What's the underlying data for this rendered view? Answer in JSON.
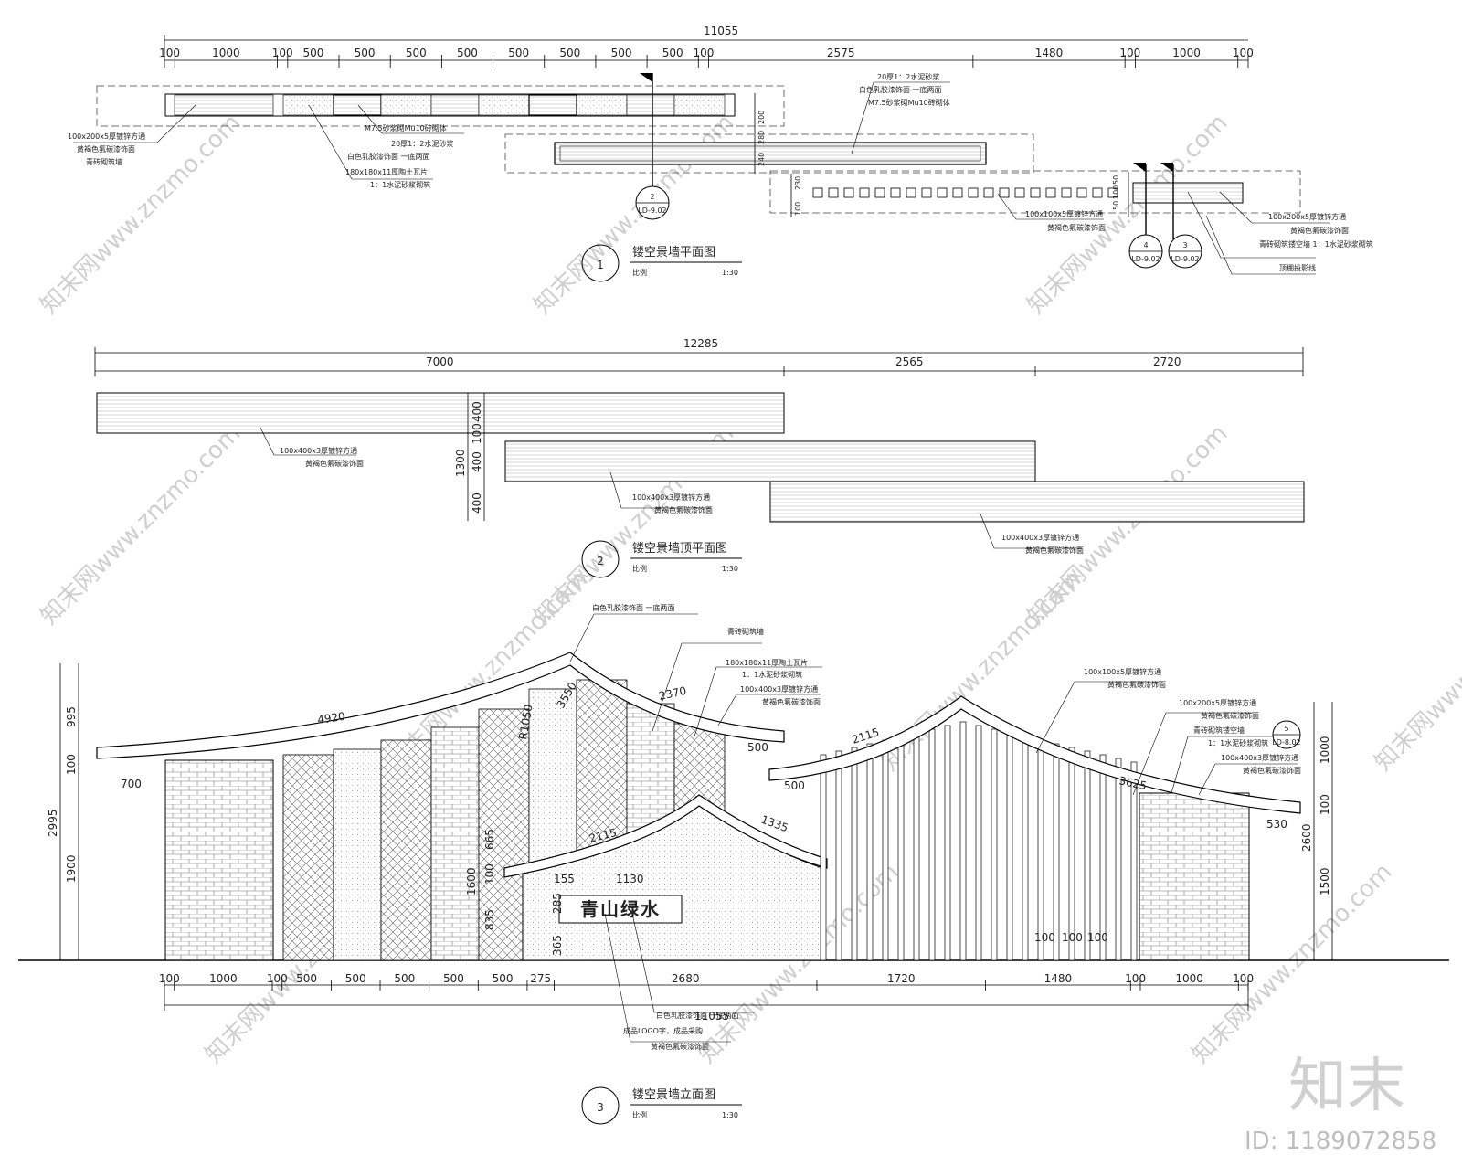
{
  "plan1": {
    "title": "镂空景墙平面图",
    "number": "1",
    "scale_label": "比例",
    "scale": "1:30",
    "overall_dim": "11055",
    "top_dims": [
      "100",
      "1000",
      "100",
      "500",
      "500",
      "500",
      "500",
      "500",
      "500",
      "500",
      "500",
      "100",
      "2575",
      "1480",
      "100",
      "1000",
      "100"
    ],
    "side_dims": [
      "200",
      "280",
      "240",
      "230",
      "100",
      "50",
      "100",
      "50"
    ],
    "notes": [
      "100x200x5厚镀锌方通",
      "黄褐色氟碳漆饰面",
      "青砖砌筑墙",
      "M7.5砂浆砌Mu10砖砌体",
      "20厚1：2水泥砂浆",
      "白色乳胶漆饰面 一底两面",
      "180x180x11厚陶土瓦片",
      "1：1水泥砂浆砌筑",
      "20厚1：2水泥砂浆",
      "白色乳胶漆饰面 一底两面",
      "M7.5砂浆砌Mu10砖砌体",
      "100x100x5厚镀锌方通",
      "黄褐色氟碳漆饰面",
      "100x200x5厚镀锌方通",
      "黄褐色氟碳漆饰面",
      "青砖砌筑镂空墙 1：1水泥砂浆砌筑",
      "顶棚投影线"
    ],
    "section_marks": [
      {
        "num": "2",
        "ref": "LD-9.02"
      },
      {
        "num": "4",
        "ref": "LD-9.02"
      },
      {
        "num": "3",
        "ref": "LD-9.02"
      }
    ]
  },
  "plan2": {
    "title": "镂空景墙顶平面图",
    "number": "2",
    "scale_label": "比例",
    "scale": "1:30",
    "overall_dim": "12285",
    "top_dims": [
      "7000",
      "2565",
      "2720"
    ],
    "side_dims": [
      "400",
      "100",
      "400",
      "400"
    ],
    "side_total": "1300",
    "notes": [
      "100x400x3厚镀锌方通",
      "黄褐色氟碳漆饰面",
      "100x400x3厚镀锌方通",
      "黄褐色氟碳漆饰面",
      "100x400x3厚镀锌方通",
      "黄褐色氟碳漆饰面"
    ]
  },
  "elev3": {
    "title": "镂空景墙立面图",
    "number": "3",
    "scale_label": "比例",
    "scale": "1:30",
    "overall_dim": "11055",
    "bottom_dims": [
      "100",
      "1000",
      "100",
      "500",
      "500",
      "500",
      "500",
      "500",
      "275",
      "2680",
      "1720",
      "1480",
      "100",
      "1000",
      "100"
    ],
    "left_dims": [
      "995",
      "100",
      "1900",
      "2995"
    ],
    "right_dims": [
      "1000",
      "100",
      "1500",
      "2600"
    ],
    "inner_dims": [
      "4920",
      "R1050",
      "3550",
      "2370",
      "500",
      "700",
      "2115",
      "1335",
      "665",
      "100",
      "835",
      "1600",
      "155",
      "1130",
      "285",
      "365",
      "500",
      "2115",
      "3625",
      "530",
      "100",
      "100",
      "100"
    ],
    "logo_text": "青山绿水",
    "notes": [
      "白色乳胶漆饰面 一底两面",
      "青砖砌筑墙",
      "180x180x11厚陶土瓦片",
      "1：1水泥砂浆砌筑",
      "100x400x3厚镀锌方通",
      "黄褐色氟碳漆饰面",
      "100x100x5厚镀锌方通",
      "黄褐色氟碳漆饰面",
      "100x200x5厚镀锌方通",
      "黄褐色氟碳漆饰面",
      "青砖砌筑镂空墙",
      "1：1水泥砂浆砌筑",
      "100x400x3厚镀锌方通",
      "黄褐色氟碳漆饰面",
      "白色乳胶漆饰面 一底两面",
      "成品LOGO字，成品采购",
      "黄褐色氟碳漆饰面"
    ],
    "detail_mark": {
      "num": "5",
      "ref": "LD-8.02"
    }
  },
  "branding": {
    "logo": "知末",
    "id_text": "ID: 1189072858",
    "watermark": "知末网www.znzmo.com"
  }
}
